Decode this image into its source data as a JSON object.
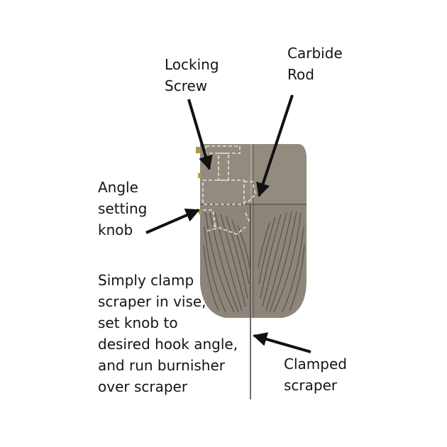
{
  "labels": {
    "locking_screw": [
      "Locking",
      "Screw"
    ],
    "carbide_rod": [
      "Carbide",
      "Rod"
    ],
    "angle_knob": [
      "Angle",
      "setting",
      "knob"
    ],
    "instructions": [
      "Simply clamp",
      "scraper in vise,",
      "set knob to",
      "desired hook angle,",
      "and run burnisher",
      "over scraper"
    ],
    "clamped_scraper": [
      "Clamped",
      "scraper"
    ]
  },
  "colors": {
    "body": "#8d857a",
    "body_shade": "#7a7268",
    "groove": "#5b554d",
    "dashed": "#e6e2d4",
    "brass": "#b59a45",
    "arrow": "#111111",
    "text": "#141414"
  }
}
